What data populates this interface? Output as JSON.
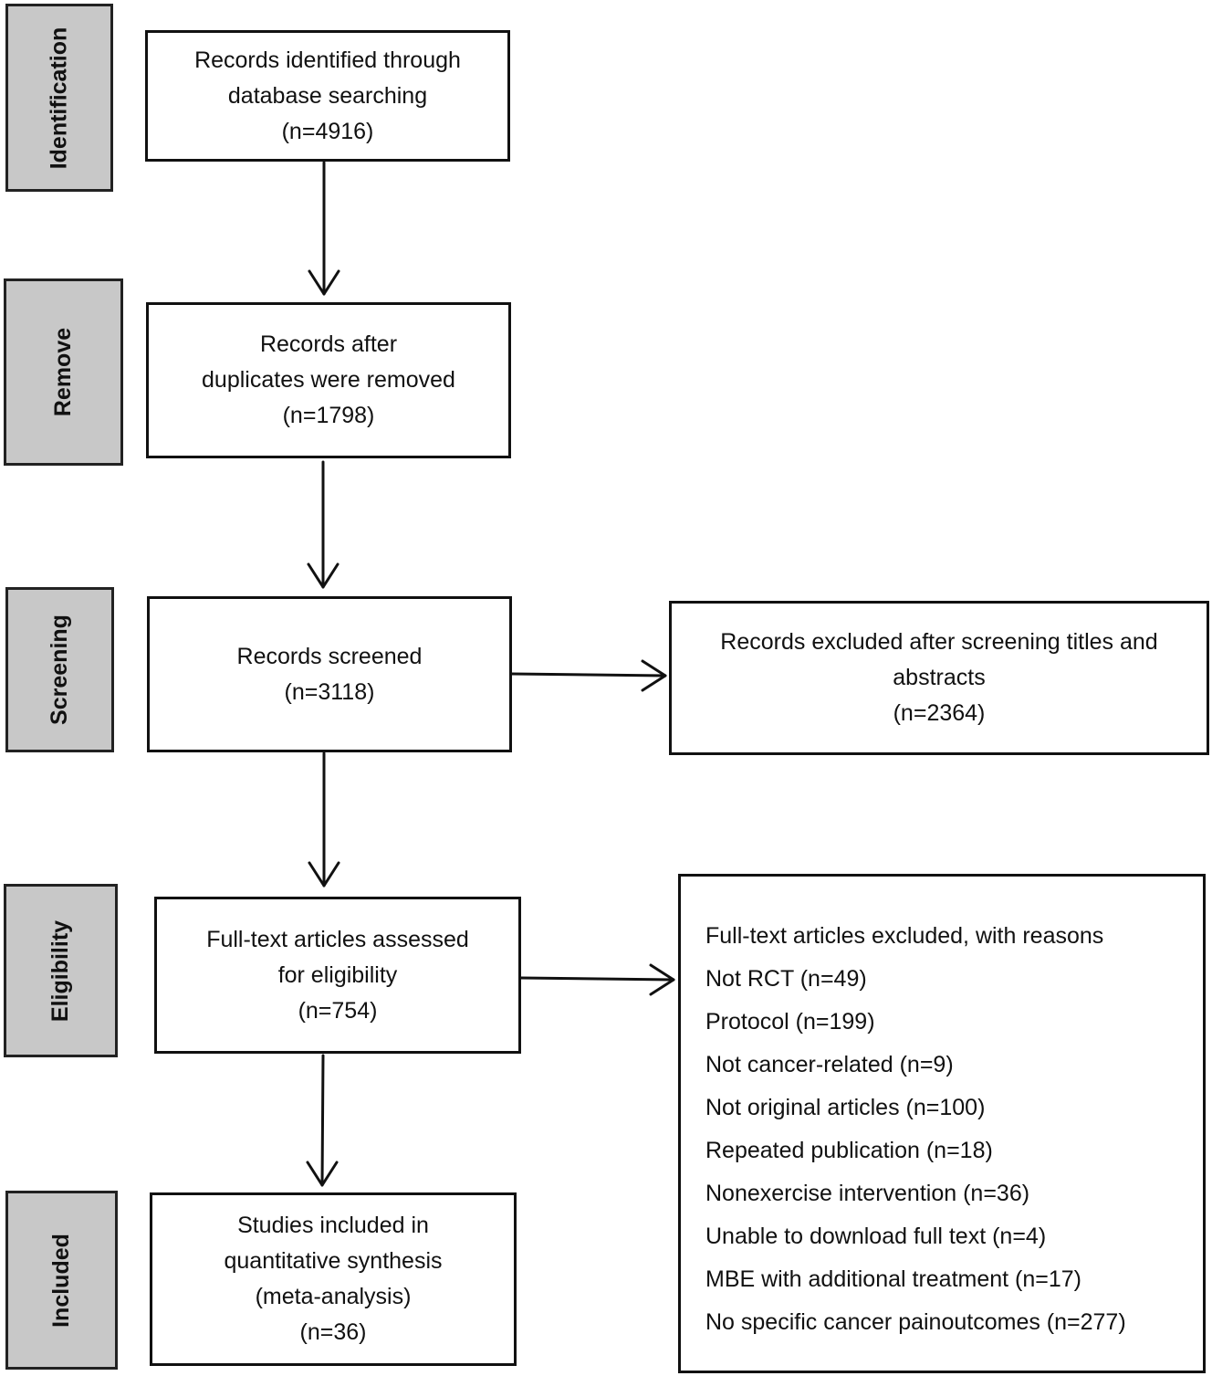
{
  "stages": [
    {
      "id": "identification",
      "label": "Identification"
    },
    {
      "id": "remove",
      "label": "Remove"
    },
    {
      "id": "screening",
      "label": "Screening"
    },
    {
      "id": "eligibility",
      "label": "Eligibility"
    },
    {
      "id": "included",
      "label": "Included"
    }
  ],
  "boxes": {
    "identified": [
      "Records identified through",
      "database searching",
      "(n=4916)"
    ],
    "after_duplicates": [
      "Records after",
      "duplicates were removed",
      "(n=1798)"
    ],
    "screened": [
      "Records screened",
      "(n=3118)"
    ],
    "excluded_screening": [
      "Records excluded  after screening titles and",
      "abstracts",
      "(n=2364)"
    ],
    "full_text": [
      "Full-text articles assessed",
      "for eligibility",
      "(n=754)"
    ],
    "included": [
      "Studies included in",
      "quantitative synthesis",
      "(meta-analysis)",
      "(n=36)"
    ],
    "excluded_full_text": [
      "Full-text articles excluded,  with reasons",
      "Not RCT  (n=49)",
      "Protocol  (n=199)",
      "Not cancer-related  (n=9)",
      "Not original articles  (n=100)",
      "Repeated  publication  (n=18)",
      "Nonexercise  intervention  (n=36)",
      "Unable to download  full text  (n=4)",
      "MBE with additional  treatment  (n=17)",
      "No specific cancer painoutcomes  (n=277)"
    ]
  }
}
